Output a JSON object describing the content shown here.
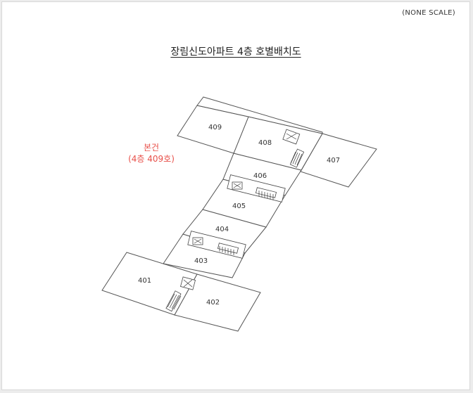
{
  "header": {
    "scale_note": "(NONE SCALE)",
    "title": "장림신도아파트 4층 호별배치도"
  },
  "target": {
    "line1": "본건",
    "line2": "(4층 409호)",
    "highlight_color": "#e8504a"
  },
  "units": [
    {
      "id": "401",
      "label": "401"
    },
    {
      "id": "402",
      "label": "402"
    },
    {
      "id": "403",
      "label": "403"
    },
    {
      "id": "404",
      "label": "404"
    },
    {
      "id": "405",
      "label": "405"
    },
    {
      "id": "406",
      "label": "406"
    },
    {
      "id": "407",
      "label": "407"
    },
    {
      "id": "408",
      "label": "408"
    },
    {
      "id": "409",
      "label": "409"
    }
  ]
}
